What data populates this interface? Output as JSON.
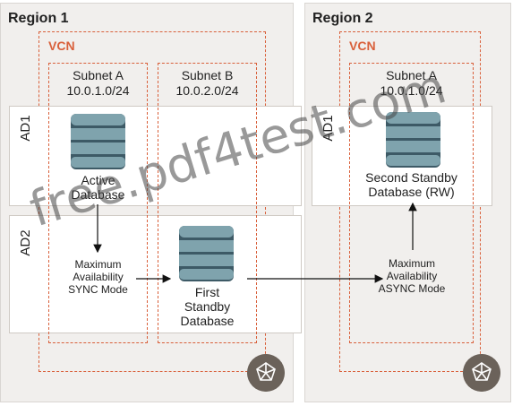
{
  "regions": [
    {
      "title": "Region 1",
      "vcn_label": "VCN"
    },
    {
      "title": "Region 2",
      "vcn_label": "VCN"
    }
  ],
  "subnets": {
    "r1_a": {
      "name": "Subnet A",
      "cidr": "10.0.1.0/24"
    },
    "r1_b": {
      "name": "Subnet B",
      "cidr": "10.0.2.0/24"
    },
    "r2_a": {
      "name": "Subnet A",
      "cidr": "10.0.1.0/24"
    }
  },
  "ads": {
    "ad1": "AD1",
    "ad2": "AD2"
  },
  "databases": {
    "active": [
      "Active",
      "Database"
    ],
    "first_standby": [
      "First",
      "Standby",
      "Database"
    ],
    "second_standby": [
      "Second Standby",
      "Database (RW)"
    ]
  },
  "modes": {
    "sync": [
      "Maximum",
      "Availability",
      "SYNC Mode"
    ],
    "async": [
      "Maximum",
      "Availability",
      "ASYNC Mode"
    ]
  },
  "icons": {
    "database": "database-icon",
    "gateway": "network-gateway-icon"
  },
  "colors": {
    "vcn_border": "#d9603b",
    "db_dark": "#3d5a66",
    "db_light": "#7fa3ad",
    "gateway": "#6b625a"
  },
  "watermark": "free.pdf4test.com"
}
